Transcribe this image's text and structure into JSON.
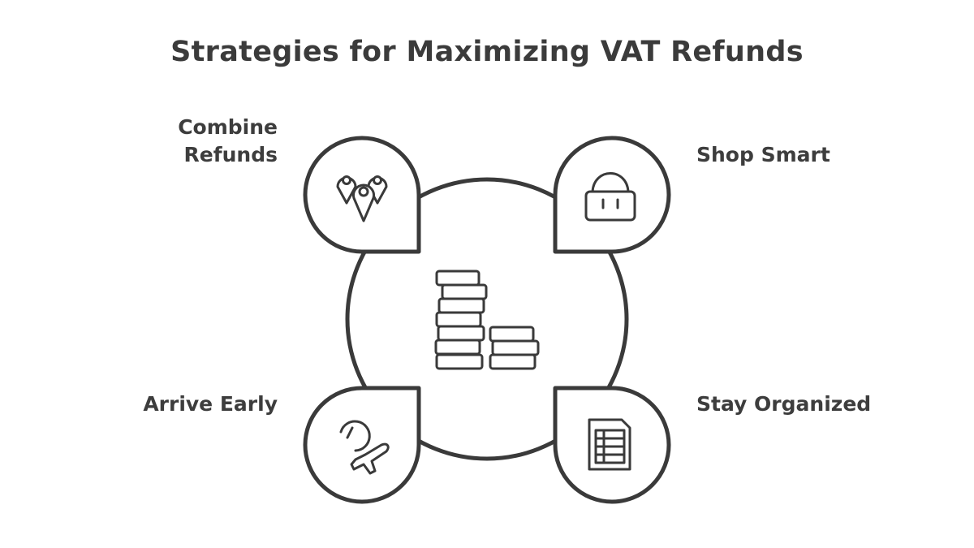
{
  "title": "Strategies for Maximizing VAT Refunds",
  "center": {
    "icon": "coin-stacks-icon"
  },
  "strategies": [
    {
      "label_lines": [
        "Combine",
        "Refunds"
      ],
      "icon": "location-pins-icon",
      "position": "top-left"
    },
    {
      "label_lines": [
        "Shop Smart"
      ],
      "icon": "shopping-bag-icon",
      "position": "top-right"
    },
    {
      "label_lines": [
        "Arrive Early"
      ],
      "icon": "clock-airplane-icon",
      "position": "bottom-left"
    },
    {
      "label_lines": [
        "Stay Organized"
      ],
      "icon": "document-list-icon",
      "position": "bottom-right"
    }
  ],
  "colors": {
    "stroke": "#3a3a3a",
    "background": "#ffffff"
  }
}
